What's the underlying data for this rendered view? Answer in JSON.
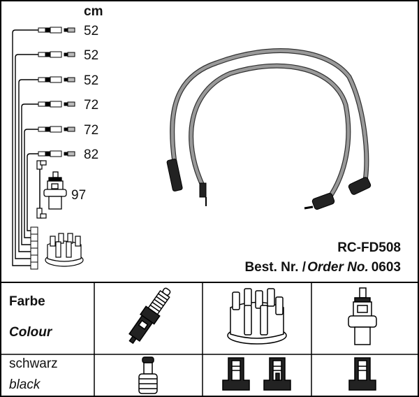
{
  "unit_label": "cm",
  "lengths": [
    "52",
    "52",
    "52",
    "72",
    "72",
    "82"
  ],
  "coil_length": "97",
  "product": {
    "code": "RC-FD508",
    "order_prefix": "Best. Nr. /",
    "order_label": "Order No.",
    "order_number": "0603"
  },
  "table": {
    "header_de": "Farbe",
    "header_en": "Colour",
    "color_de": "schwarz",
    "color_en": "black",
    "columns": [
      "spark-plug",
      "distributor-cap",
      "ignition-coil"
    ]
  }
}
